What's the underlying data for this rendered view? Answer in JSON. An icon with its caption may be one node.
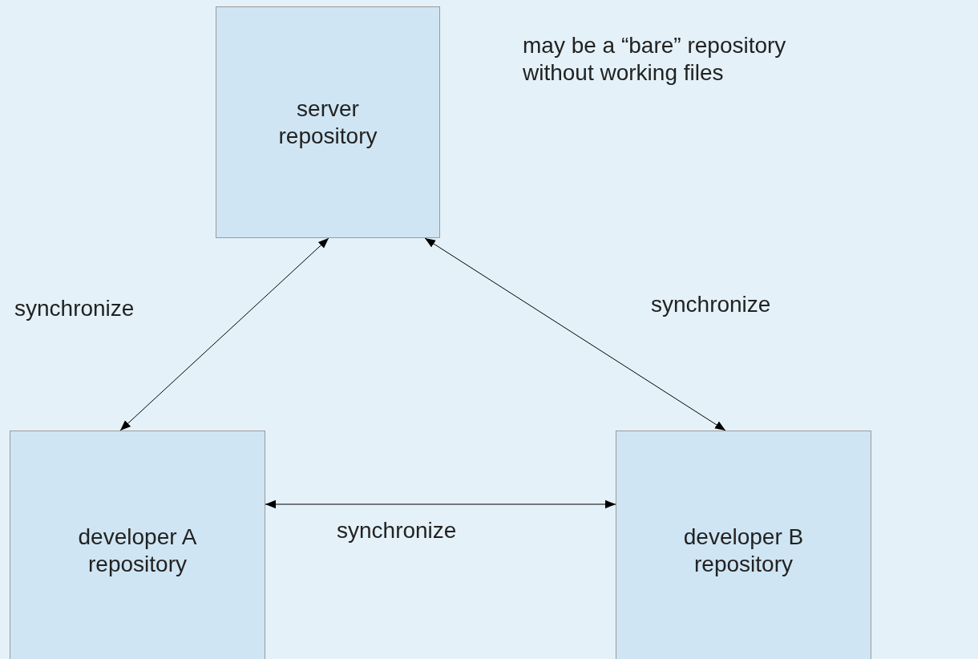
{
  "diagram": {
    "nodes": [
      {
        "text": [
          "server repository"
        ],
        "beside": [
          "may be a “bare” repository without working files"
        ]
      },
      {
        "text": [
          "developer A repository"
        ]
      },
      {
        "text": [
          "developer B repository"
        ]
      }
    ],
    "edges": [
      {
        "from": 0,
        "to": 1,
        "arrow": "both",
        "label": "synchronize"
      },
      {
        "from": 0,
        "to": 2,
        "arrow": "both",
        "label": "synchronize"
      },
      {
        "from": 1,
        "to": 2,
        "arrow": "both",
        "label": "synchronize"
      }
    ]
  }
}
